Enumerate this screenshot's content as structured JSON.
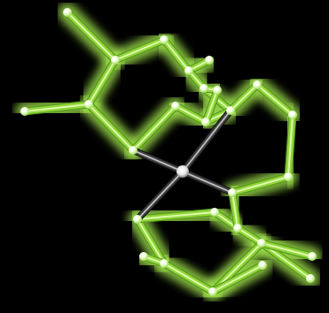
{
  "scene": {
    "subject": "metal-ligand-complex-3d-render",
    "background_color": "#000000",
    "colors": {
      "ligand_bond": "#8fd63a",
      "ligand_bond_highlight": "#e8ffb8",
      "ligand_glow": "#9ad94a",
      "metal_bond": "#3c3c3c",
      "metal_bond_highlight": "#d8d8d8",
      "atom_highlight": "#ffffff"
    },
    "metal_center": {
      "element": "metal",
      "coordination_bonds": 4,
      "icon": "metal-center-node"
    },
    "ligand_rings": [
      {
        "name": "upper-left-ring"
      },
      {
        "name": "upper-right-ring"
      },
      {
        "name": "lower-ring"
      }
    ]
  }
}
